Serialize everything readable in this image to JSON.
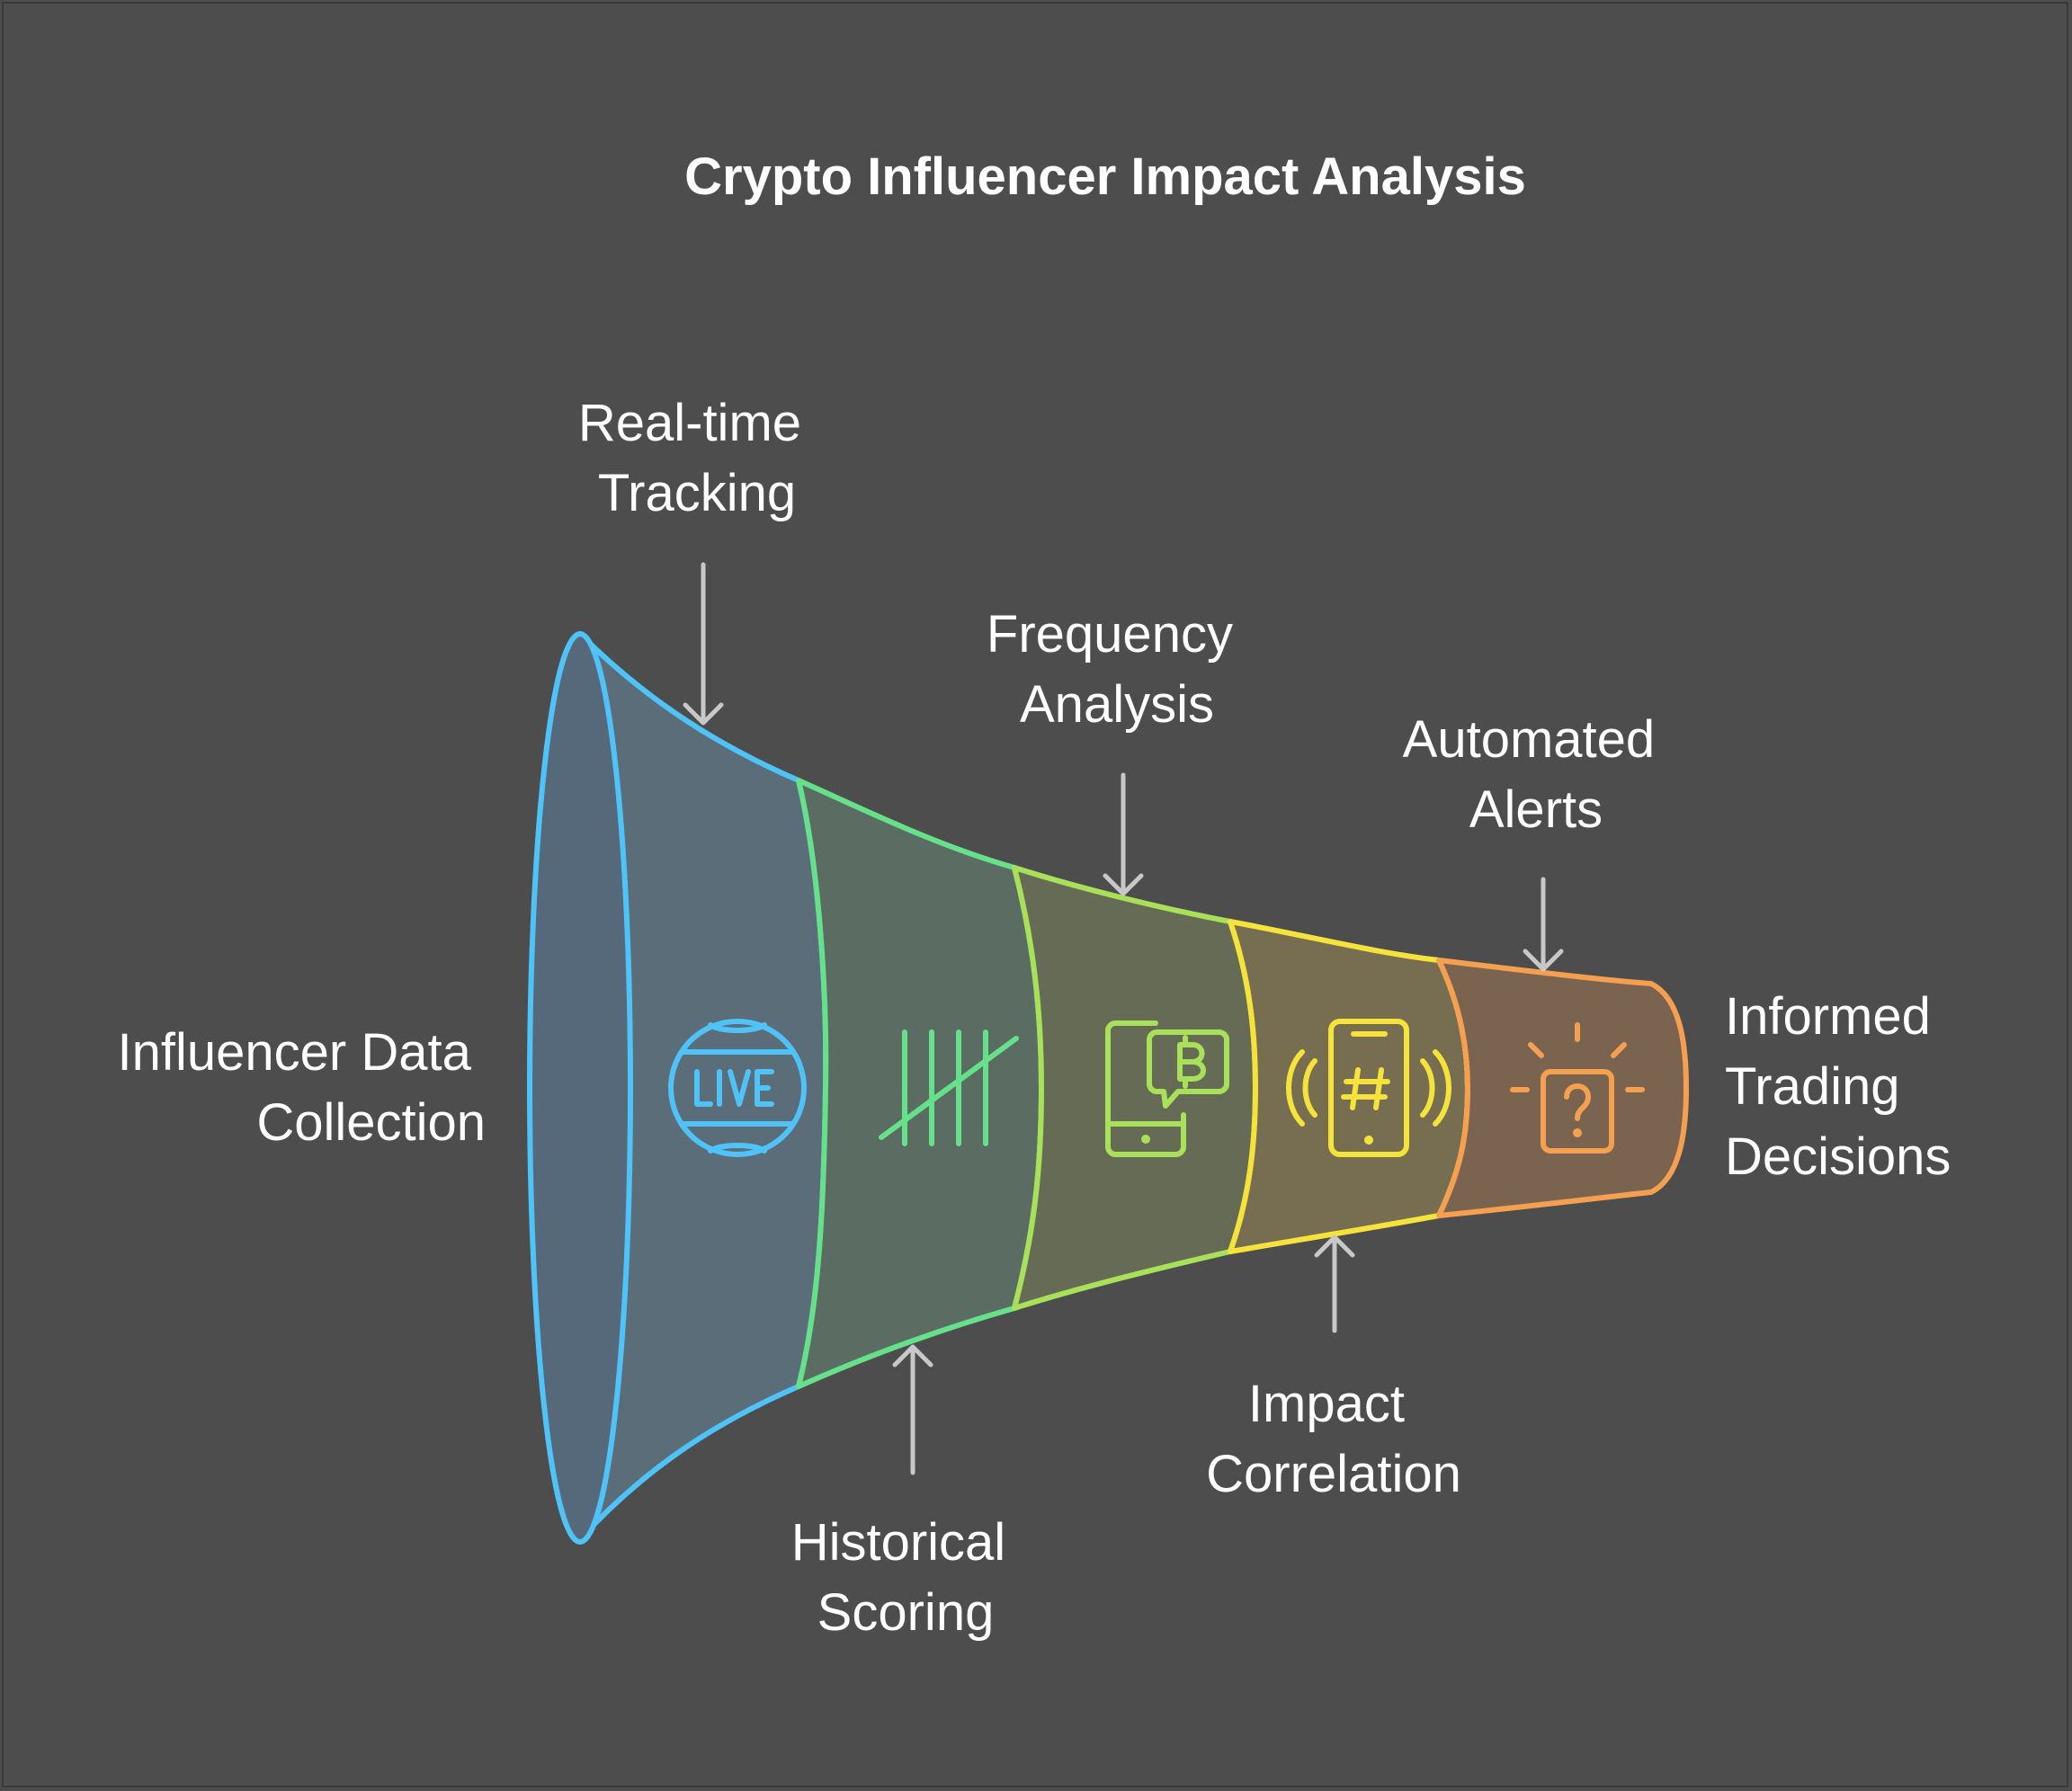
{
  "title": "Crypto Influencer Impact Analysis",
  "stages": [
    {
      "label_lines": [
        "Influencer Data",
        "Collection"
      ],
      "icon": "live-globe-icon",
      "color": "#4fc3f7"
    },
    {
      "label_lines": [
        "Historical",
        "Scoring"
      ],
      "icon": "tally-marks-icon",
      "color": "#66e08a"
    },
    {
      "label_lines": [
        "Frequency",
        "Analysis"
      ],
      "icon": "phone-bitcoin-icon",
      "color": "#a8e05a"
    },
    {
      "label_lines": [
        "Impact",
        "Correlation"
      ],
      "icon": "phone-hashtag-icon",
      "color": "#f5e33c"
    },
    {
      "label_lines": [
        "Informed",
        "Trading",
        "Decisions"
      ],
      "icon": "question-box-icon",
      "color": "#f5a050"
    }
  ],
  "callouts": [
    {
      "label_lines": [
        "Real-time",
        "Tracking"
      ],
      "direction": "down"
    },
    {
      "label_lines": [
        "Historical",
        "Scoring"
      ],
      "direction": "up"
    },
    {
      "label_lines": [
        "Frequency",
        "Analysis"
      ],
      "direction": "down"
    },
    {
      "label_lines": [
        "Impact",
        "Correlation"
      ],
      "direction": "up"
    },
    {
      "label_lines": [
        "Automated",
        "Alerts"
      ],
      "direction": "down"
    }
  ],
  "colors": {
    "background": "#4d4d4d",
    "arrow": "#c8c8c8",
    "text": "#ffffff"
  }
}
